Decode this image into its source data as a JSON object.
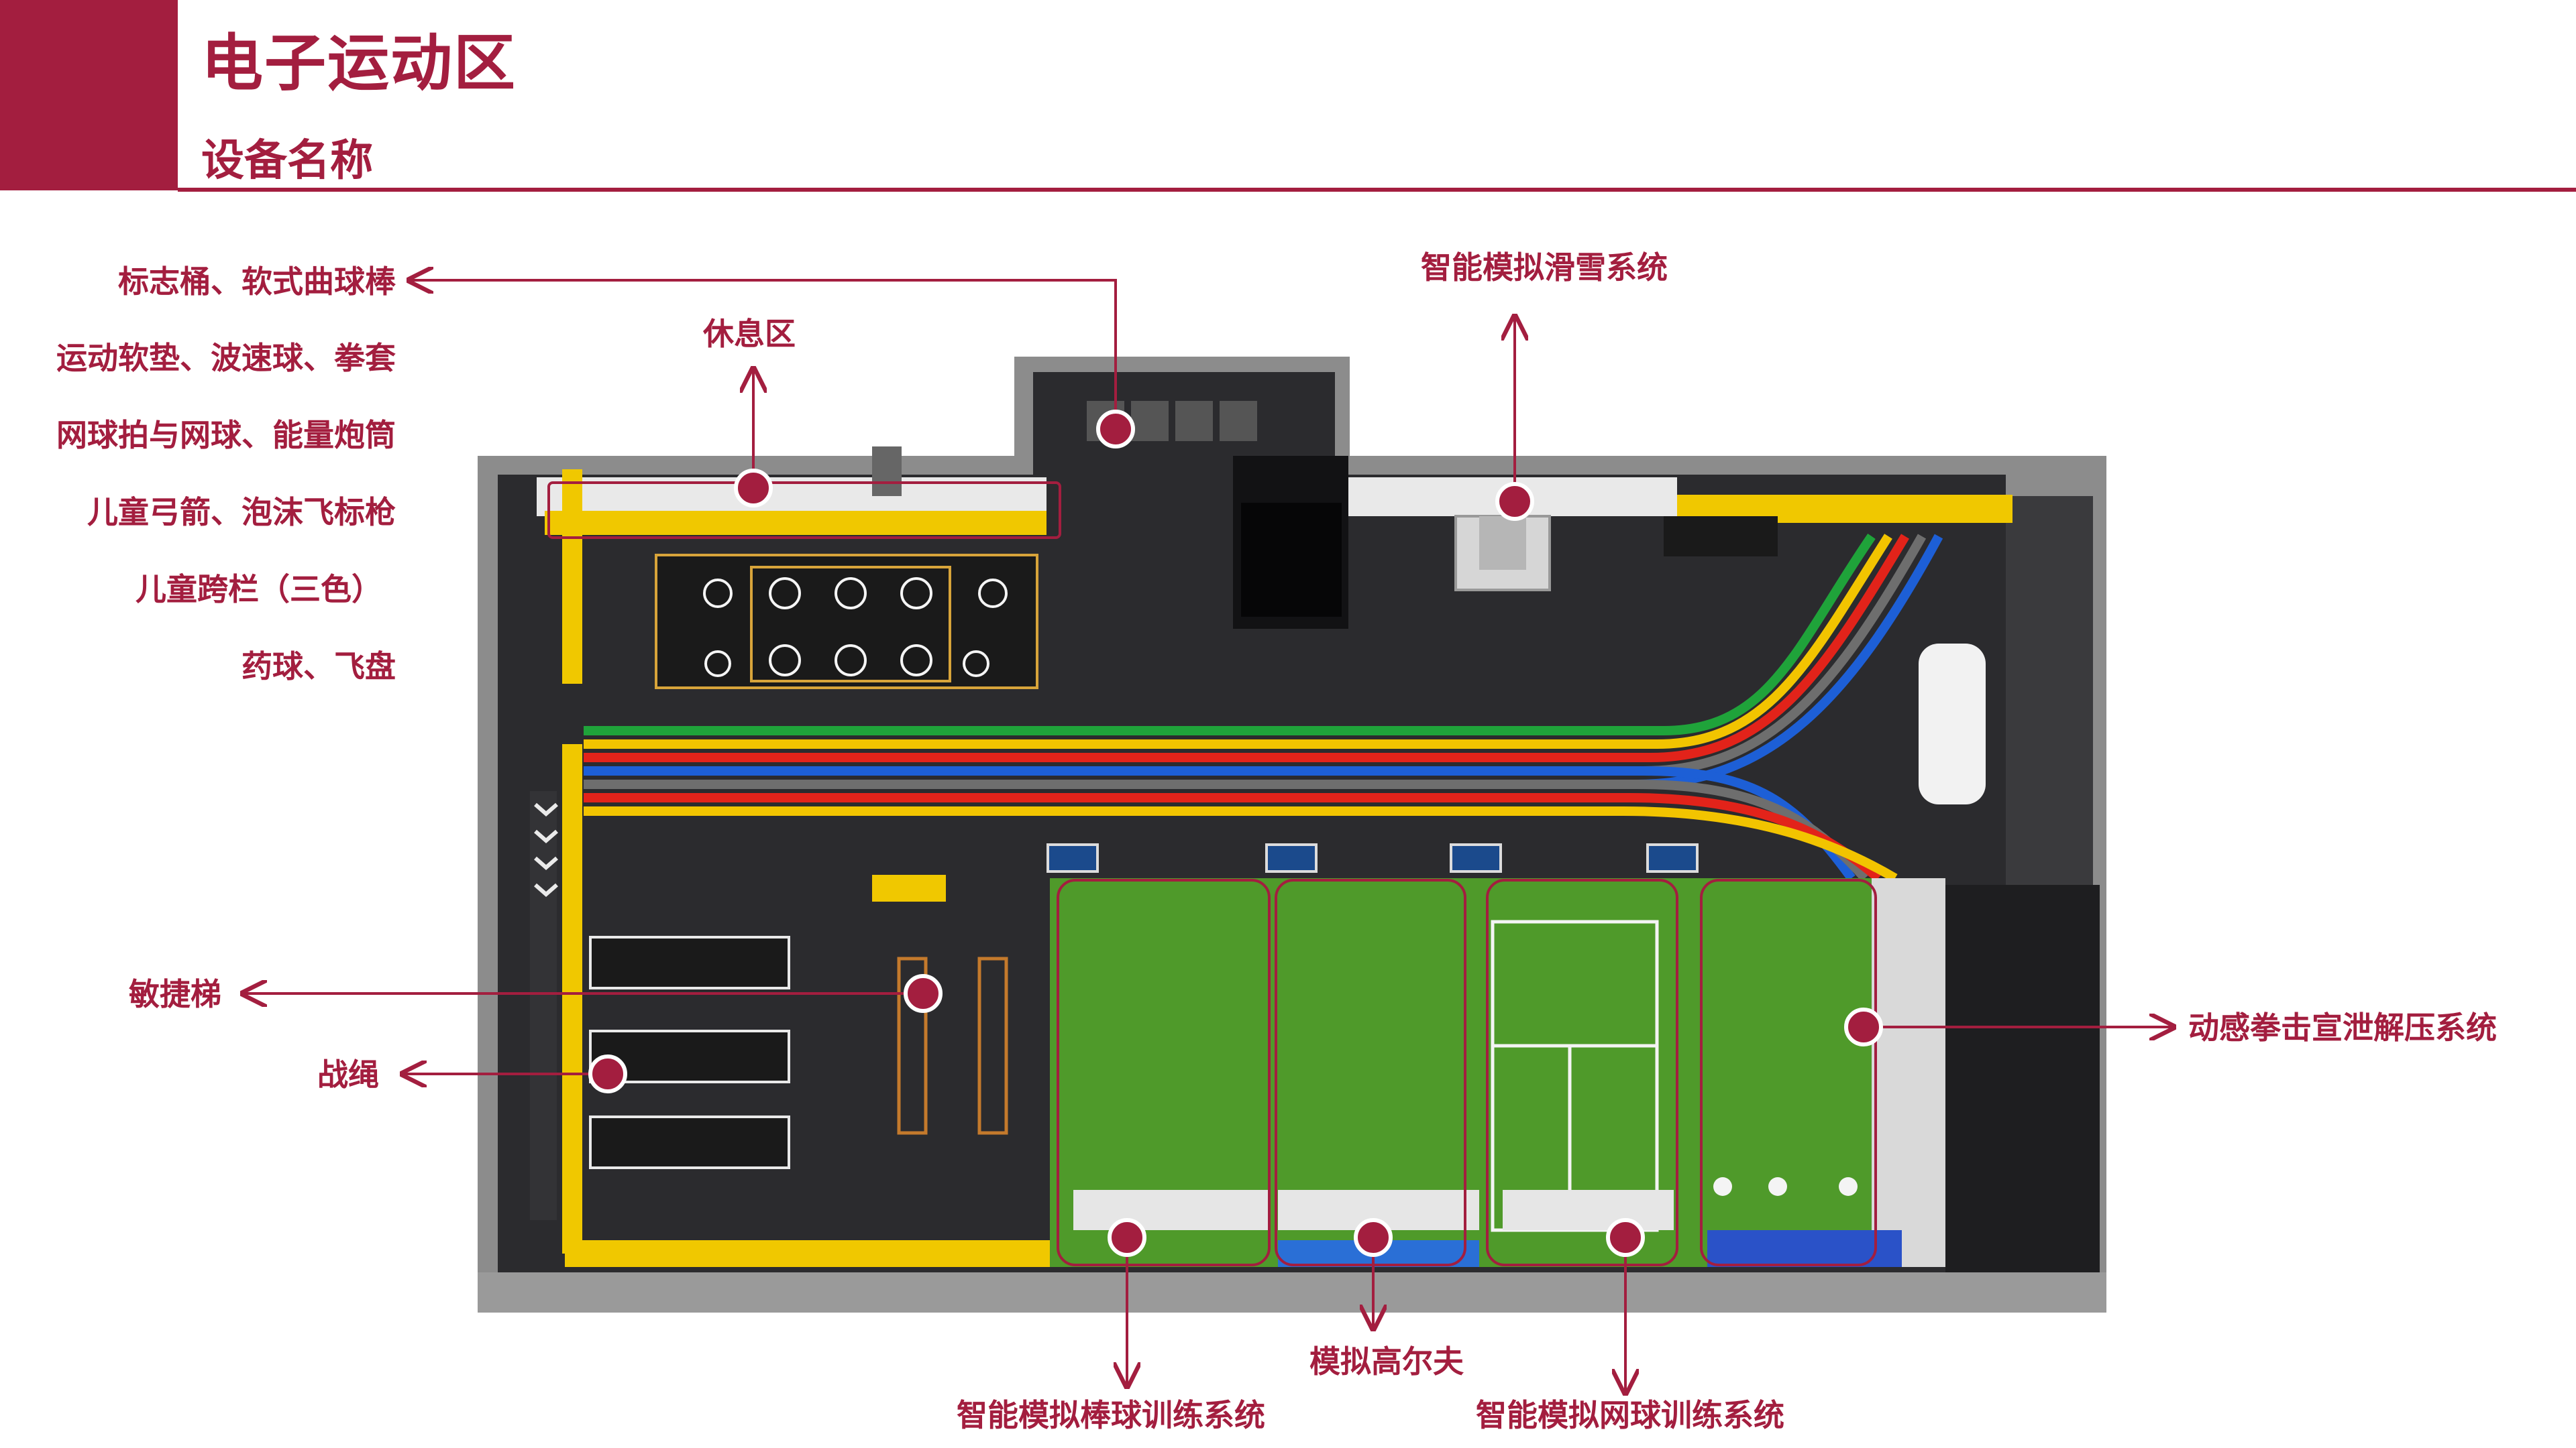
{
  "header": {
    "title": "电子运动区",
    "subtitle": "设备名称"
  },
  "labels": {
    "equipment_list": [
      "标志桶、软式曲球棒",
      "运动软垫、波速球、拳套",
      "网球拍与网球、能量炮筒",
      "儿童弓箭、泡沫飞标枪",
      "儿童跨栏（三色）",
      "药球、飞盘"
    ],
    "rest_area": "休息区",
    "ski_system": "智能模拟滑雪系统",
    "agility_ladder": "敏捷梯",
    "battle_rope": "战绳",
    "boxing_system": "动感拳击宣泄解压系统",
    "baseball_system": "智能模拟棒球训练系统",
    "golf": "模拟高尔夫",
    "tennis_system": "智能模拟网球训练系统"
  },
  "colors": {
    "accent": "#a31e3f",
    "floor": "#2b2b2e",
    "turf": "#4f9a2a",
    "track_green": "#1fa33a",
    "track_yellow": "#f2c400",
    "track_red": "#e2231a",
    "track_gray": "#6e6e6e",
    "track_blue": "#1d5fd6",
    "wall_yellow": "#f0c800"
  }
}
